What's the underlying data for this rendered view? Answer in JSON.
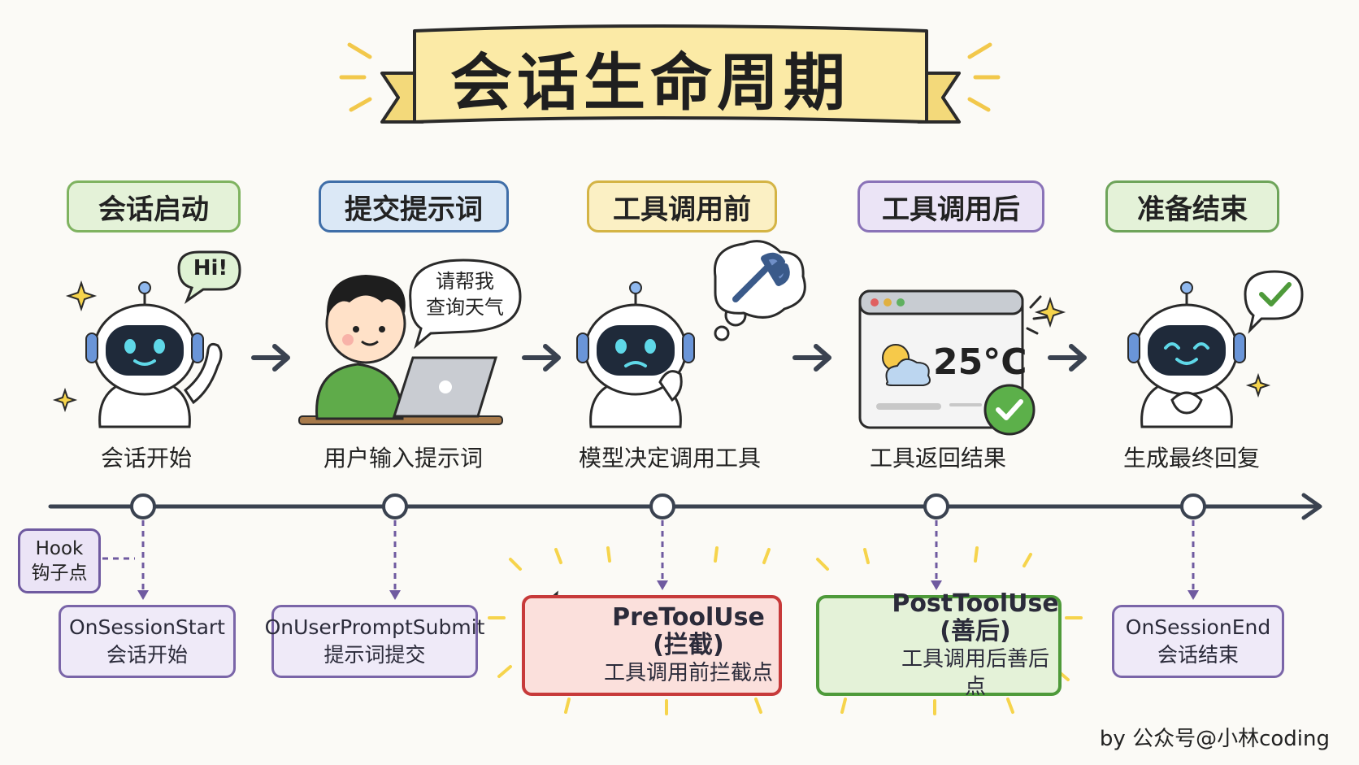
{
  "title": "会话生命周期",
  "stages": [
    {
      "label": "会话启动",
      "caption": "会话开始"
    },
    {
      "label": "提交提示词",
      "caption": "用户输入提示词"
    },
    {
      "label": "工具调用前",
      "caption": "模型决定调用工具"
    },
    {
      "label": "工具调用后",
      "caption": "工具返回结果"
    },
    {
      "label": "准备结束",
      "caption": "生成最终回复"
    }
  ],
  "bubbles": {
    "robot_greeting": "Hi!",
    "user_request_line1": "请帮我",
    "user_request_line2": "查询天气"
  },
  "weather_window": {
    "temperature": "25°C"
  },
  "hook_key": {
    "line1": "Hook",
    "line2": "钩子点"
  },
  "hooks": [
    {
      "name": "OnSessionStart",
      "desc": "会话开始"
    },
    {
      "name": "OnUserPromptSubmit",
      "desc": "提示词提交"
    },
    {
      "name": "PreToolUse (拦截)",
      "desc": "工具调用前拦截点"
    },
    {
      "name": "PostToolUse (善后)",
      "desc": "工具调用后善后点"
    },
    {
      "name": "OnSessionEnd",
      "desc": "会话结束"
    }
  ],
  "footer": "by 公众号@小林coding",
  "colors": {
    "green": "#7fb360",
    "blue": "#3f6ea8",
    "yellow": "#d4b445",
    "purple": "#8a73b8",
    "green2": "#6ea45a",
    "banner": "#fbeaa6",
    "hook_purple": "#7a65a8",
    "hot_red": "#c73a3a",
    "hot_green": "#4e9a3a"
  }
}
